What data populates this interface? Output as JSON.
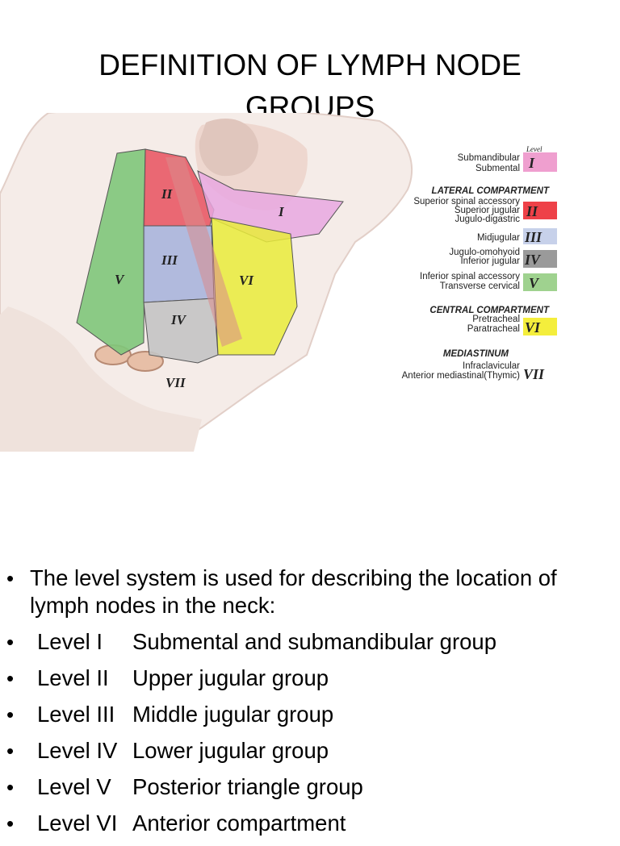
{
  "title": {
    "line1": "DEFINITION OF LYMPH NODE",
    "line2": "GROUPS"
  },
  "figure": {
    "regions": [
      "I",
      "II",
      "III",
      "IV",
      "V",
      "VI",
      "VII"
    ],
    "legend": {
      "header": "Level",
      "rows": [
        {
          "lines": [
            "Submandibular",
            "Submental"
          ],
          "level": "I",
          "color": "#ef9fcf"
        },
        {
          "heading": "LATERAL COMPARTMENT"
        },
        {
          "lines": [
            "Superior spinal accessory",
            "Superior jugular",
            "Jugulo-digastric"
          ],
          "level": "II",
          "color": "#ee4148"
        },
        {
          "lines": [
            "Midjugular"
          ],
          "level": "III",
          "color": "#c7d1ea"
        },
        {
          "lines": [
            "Jugulo-omohyoid",
            "Inferior jugular"
          ],
          "level": "IV",
          "color": "#9a9a9a"
        },
        {
          "lines": [
            "Inferior spinal accessory",
            "Transverse cervical"
          ],
          "level": "V",
          "color": "#9fd28f"
        },
        {
          "heading": "CENTRAL COMPARTMENT"
        },
        {
          "lines": [
            "Pretracheal",
            "Paratracheal"
          ],
          "level": "VI",
          "color": "#f4ee3c"
        },
        {
          "heading": "MEDIASTINUM"
        },
        {
          "lines": [
            "Infraclavicular",
            "Anterior mediastinal(Thymic)"
          ],
          "level": "VII",
          "color": "#ffffff"
        }
      ]
    },
    "colors": {
      "level_i": "#e8a8e0",
      "level_ii": "#e95a66",
      "level_iii": "#aab5dc",
      "level_iv": "#c4c4c4",
      "level_v": "#7fc77a",
      "level_vi": "#e9ec3a",
      "skin": "#f3e4dd"
    }
  },
  "bullets": [
    {
      "text": "The level system is used for describing the location of lymph nodes in the neck:"
    },
    {
      "level": "Level I",
      "desc": "Submental and submandibular group"
    },
    {
      "level": "Level II",
      "desc": "Upper jugular group"
    },
    {
      "level": "Level III",
      "desc": "Middle jugular group"
    },
    {
      "level": "Level IV",
      "desc": "Lower jugular group"
    },
    {
      "level": "Level V",
      "desc": "Posterior triangle group"
    },
    {
      "level": "Level VI",
      "desc": "Anterior compartment"
    }
  ]
}
